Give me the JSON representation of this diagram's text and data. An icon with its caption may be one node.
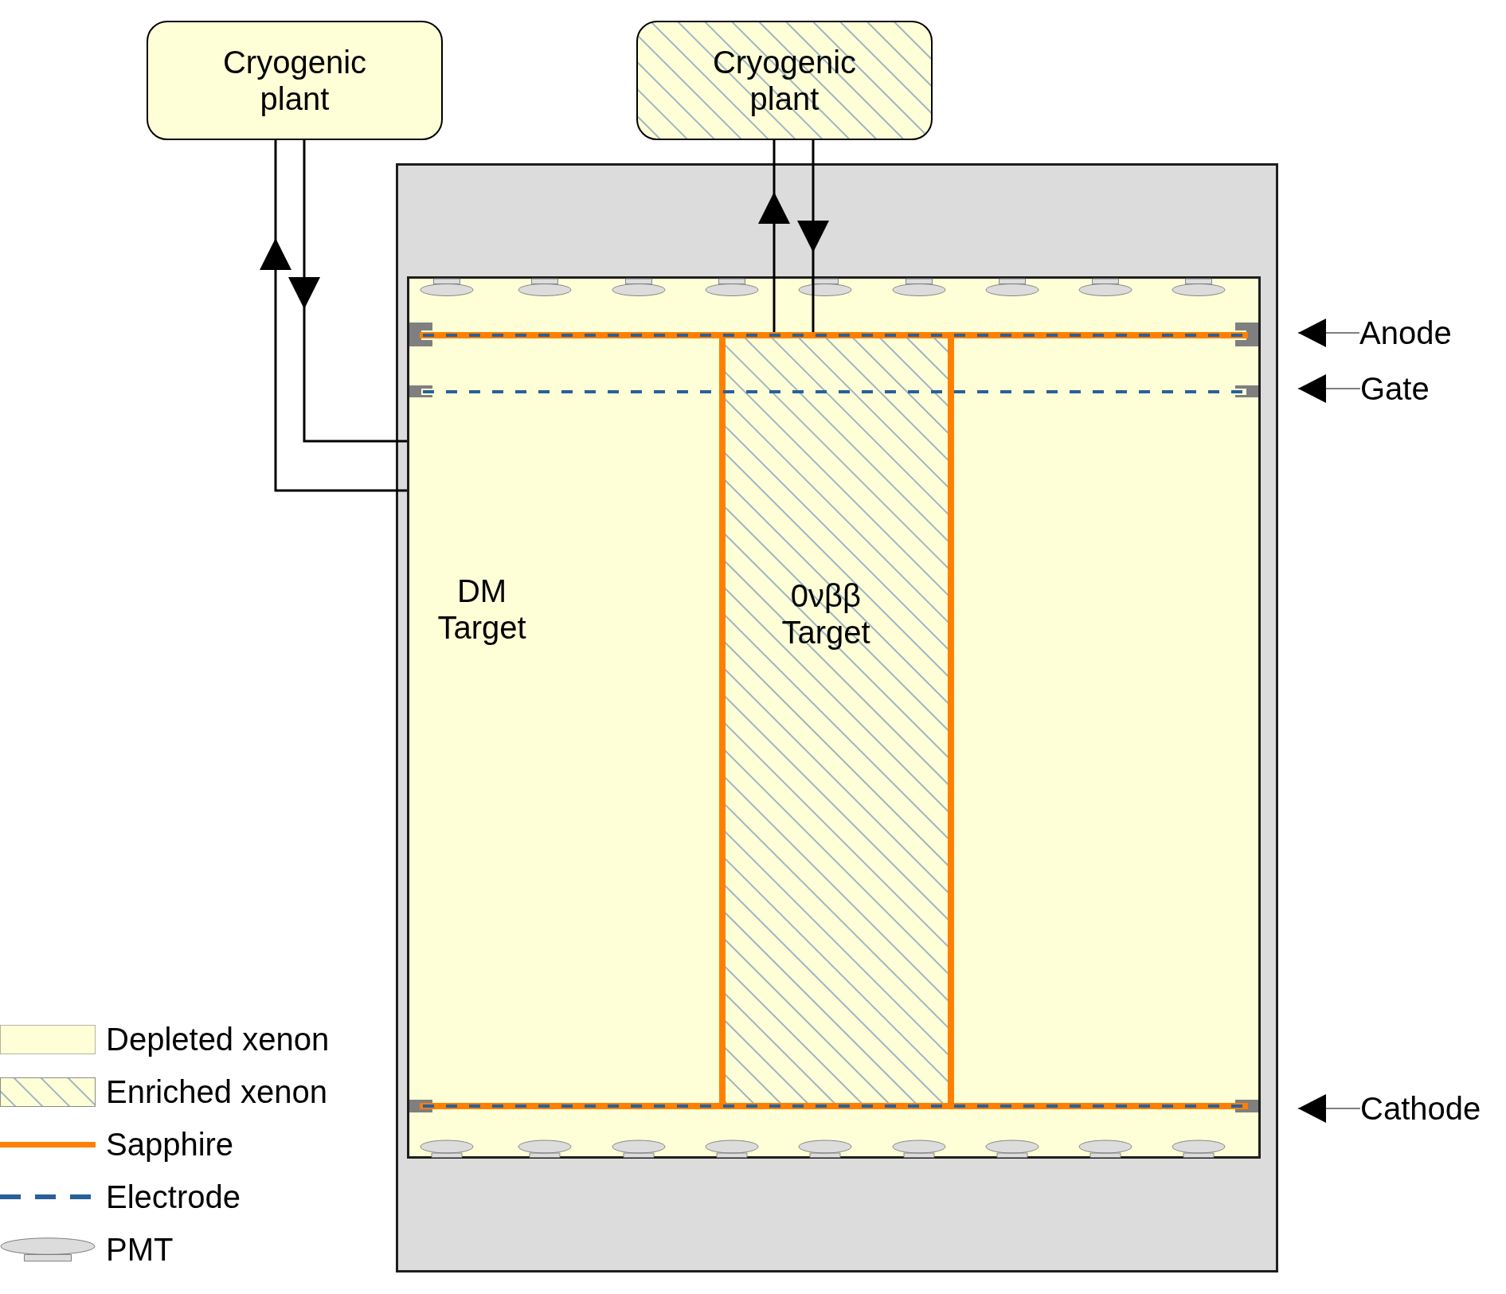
{
  "diagram": {
    "nodes": [
      {
        "text": [
          "Cryogenic plant"
        ]
      },
      {
        "text": [
          "Cryogenic plant"
        ]
      },
      {
        "text": [],
        "shape": "box"
      },
      {
        "text": [
          "DM Target"
        ],
        "in": 2
      },
      {
        "text": [
          "0νββ Target"
        ],
        "in": 3
      },
      {
        "text": [
          "Anode"
        ]
      },
      {
        "text": [
          "Gate"
        ]
      },
      {
        "text": [
          "Cathode"
        ]
      }
    ],
    "edges": [
      {
        "from": 3,
        "to": 0,
        "arrow": "to"
      },
      {
        "from": 0,
        "to": 3,
        "arrow": "to"
      },
      {
        "from": 4,
        "to": 1,
        "arrow": "to"
      },
      {
        "from": 1,
        "to": 4,
        "arrow": "to"
      },
      {
        "from": 5,
        "to": null,
        "arrow": "to"
      },
      {
        "from": 6,
        "to": null,
        "arrow": "to"
      },
      {
        "from": 7,
        "to": null,
        "arrow": "to"
      }
    ],
    "legend": [
      {
        "text": "Depleted xenon",
        "color": "#ffffd7"
      },
      {
        "text": "Enriched xenon"
      },
      {
        "text": "Sapphire"
      },
      {
        "text": "Electrode"
      },
      {
        "text": "PMT"
      }
    ]
  }
}
